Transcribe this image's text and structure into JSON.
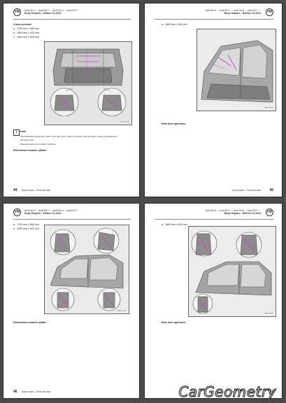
{
  "header": {
    "models": "Audi 80 A ... Audi 80 F ... Audi 90 A ... Audi 90 F ...",
    "title": "Body Repairs - Edition 10.2016"
  },
  "logo": "VW",
  "pages": {
    "p1": {
      "heading": "Cross-sections",
      "items": [
        "a - 1700 mm x 560 mm",
        "b - 1600 mm x 420 mm",
        "c - 1500 mm x 400 mm"
      ],
      "fig_code": "B80-11042",
      "note_icon": "i",
      "note_title": "Note",
      "note_text_1": "The illustration shows the body of the four-door model; the body of the two-door model is described in",
      "note_text_2": "the same way.",
      "bullet": "Measurements from interior of flange",
      "footer_heading": "Dimensions between pillars",
      "page_num": "44",
      "footer": "Body repairs - Technical data"
    },
    "p2": {
      "item": "a - 1600 mm x 440 mm",
      "fig_code": "B80-11043",
      "section": "Rear door apertures",
      "page_num": "45",
      "footer": "Body repairs - Technical data"
    },
    "p3": {
      "items": [
        "a - 1700 mm x 560 mm",
        "b - 1600 mm x 420 mm"
      ],
      "fig_code": "B80-11044",
      "section": "Dimensions between pillars",
      "page_num": "46",
      "footer": "Body repairs - Technical data"
    },
    "p4": {
      "item": "a - 1600 mm x 440 mm",
      "fig_code": "B80-11045",
      "section": "Rear door apertures",
      "page_num": "47",
      "footer": "Body repairs - Technical data"
    }
  },
  "watermark": "CarGeometry"
}
